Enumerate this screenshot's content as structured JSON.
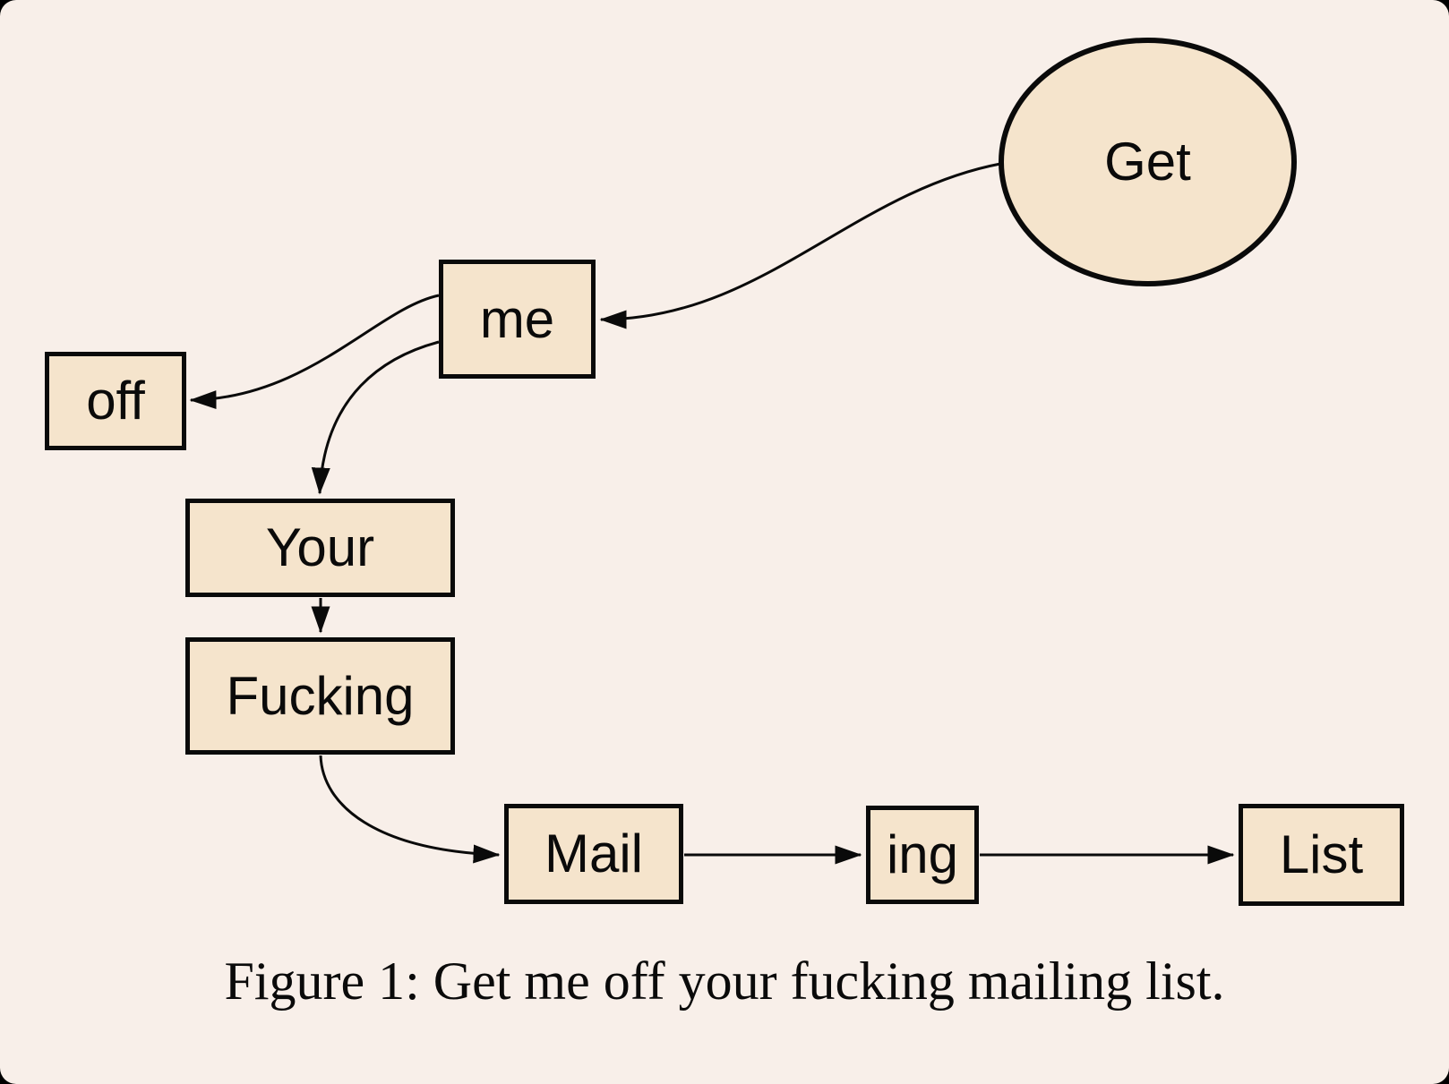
{
  "figure": {
    "caption": "Figure 1: Get me off your fucking mailing list.",
    "colors": {
      "background": "#f8efe9",
      "node_fill": "#f5e4cc",
      "node_stroke": "#0a0a0a",
      "arrow": "#0a0a0a"
    },
    "nodes": [
      {
        "id": "get",
        "label": "Get",
        "shape": "ellipse"
      },
      {
        "id": "me",
        "label": "me",
        "shape": "rect"
      },
      {
        "id": "off",
        "label": "off",
        "shape": "rect"
      },
      {
        "id": "your",
        "label": "Your",
        "shape": "rect"
      },
      {
        "id": "fucking",
        "label": "Fucking",
        "shape": "rect"
      },
      {
        "id": "mail",
        "label": "Mail",
        "shape": "rect"
      },
      {
        "id": "ing",
        "label": "ing",
        "shape": "rect"
      },
      {
        "id": "list",
        "label": "List",
        "shape": "rect"
      }
    ],
    "edges": [
      {
        "from": "get",
        "to": "me",
        "style": "curved"
      },
      {
        "from": "me",
        "to": "off",
        "style": "curved"
      },
      {
        "from": "me",
        "to": "your",
        "style": "curved"
      },
      {
        "from": "your",
        "to": "fucking",
        "style": "straight"
      },
      {
        "from": "fucking",
        "to": "mail",
        "style": "curved"
      },
      {
        "from": "mail",
        "to": "ing",
        "style": "straight"
      },
      {
        "from": "ing",
        "to": "list",
        "style": "straight"
      }
    ]
  }
}
